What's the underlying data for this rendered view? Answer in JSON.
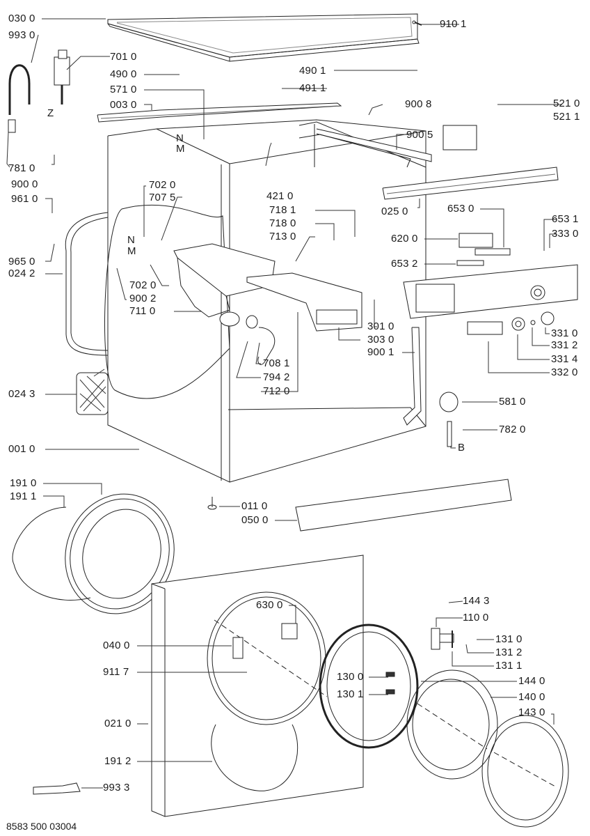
{
  "title": "Washing machine exploded parts diagram",
  "document_number": "8583 500 03004",
  "part_labels": {
    "p0300": "030 0",
    "p9930": "993 0",
    "p7010": "701 0",
    "p4900": "490 0",
    "p4901": "490 1",
    "p4911": "491 1",
    "p5710": "571 0",
    "p0030": "003 0",
    "p9101": "910 1",
    "p9008": "900 8",
    "p5210": "521 0",
    "p5211": "521 1",
    "p9005": "900 5",
    "p7810": "781 0",
    "p9000": "900 0",
    "p4210": "421 0",
    "p0250": "025 0",
    "p9610": "961 0",
    "p7020a": "702 0",
    "p7075": "707 5",
    "p7181": "718 1",
    "p7180": "718 0",
    "p7130": "713 0",
    "p6530": "653 0",
    "p6531": "653 1",
    "p3330": "333 0",
    "p6200": "620 0",
    "p6532": "653 2",
    "p9650": "965 0",
    "p0242": "024 2",
    "p7020b": "702 0",
    "p9002": "900 2",
    "p7110": "711 0",
    "p3010": "301 0",
    "p3030": "303 0",
    "p9001": "900 1",
    "p3310": "331 0",
    "p3312": "331 2",
    "p3314": "331 4",
    "p3320": "332 0",
    "p7081": "708 1",
    "p7942": "794 2",
    "p7120": "712 0",
    "p0243": "024 3",
    "p5810": "581 0",
    "p7820": "782 0",
    "p0010": "001 0",
    "p1910": "191 0",
    "p1911": "191 1",
    "p0110": "011 0",
    "p0500": "050 0",
    "p1443": "144 3",
    "p6300": "630 0",
    "p1100": "110 0",
    "p0400": "040 0",
    "p1310": "131 0",
    "p1312": "131 2",
    "p1311": "131 1",
    "p9117": "911 7",
    "p1300": "130 0",
    "p1440": "144 0",
    "p1301": "130 1",
    "p1400": "140 0",
    "p1430": "143 0",
    "p0210": "021 0",
    "p1912": "191 2",
    "p9933": "993 3"
  },
  "markers": {
    "z": "Z",
    "n1": "N",
    "m1": "M",
    "n2": "N",
    "m2": "M",
    "b": "B"
  }
}
